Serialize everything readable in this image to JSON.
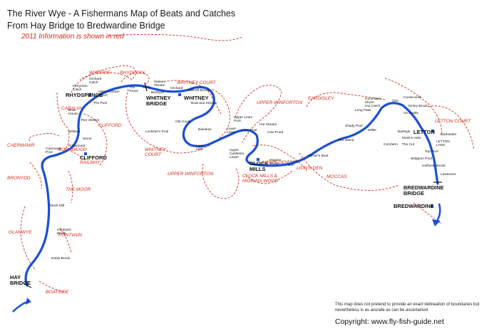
{
  "title_line1": "The River Wye - A Fishermans Map of Beats and Catches",
  "title_line2": "From Hay Bridge to Bredwardine Bridge",
  "subtitle": "2011 Information is shown in red",
  "disclaimer": "This map does not pretend to provide an exact delineation of boundaries but nevertheless is as acurate as can be ascertained",
  "copyright": "Copyright: www.fly-fish-guide.net",
  "colors": {
    "river": "#1a4fd6",
    "beat": "#d22a1a",
    "catch_label": "#111111"
  },
  "places": [
    {
      "id": "hay",
      "label": "HAY\nBRIDGE"
    },
    {
      "id": "clifford",
      "label": "CLIFFORD"
    },
    {
      "id": "rhydspence",
      "label": "RHYDSPENCE"
    },
    {
      "id": "whitney-bridge",
      "label": "WHITNEY\nBRIDGE"
    },
    {
      "id": "whitney",
      "label": "WHITNEY"
    },
    {
      "id": "clock-mills",
      "label": "CLOCK\nMILLS"
    },
    {
      "id": "letton",
      "label": "LETTON"
    },
    {
      "id": "bredwardine-bridge",
      "label": "BREDWARDINE\nBRIDGE"
    },
    {
      "id": "bredwardine",
      "label": "BREDWARDINE"
    }
  ],
  "beats": [
    {
      "id": "wyeside",
      "label": "WYESIDE"
    },
    {
      "id": "rhydpool",
      "label": "RHYDPOOL"
    },
    {
      "id": "whitney-court-top",
      "label": "WHITNEY COURT"
    },
    {
      "id": "cabalva",
      "label": "CABALVA"
    },
    {
      "id": "clifford",
      "label": "CLIFFORD"
    },
    {
      "id": "upper-winforton-top",
      "label": "UPPER WINFORTON"
    },
    {
      "id": "eardisley",
      "label": "EARDISLEY"
    },
    {
      "id": "letton-court",
      "label": "LETTON COURT"
    },
    {
      "id": "caermawr",
      "label": "CAERMAWR"
    },
    {
      "id": "bookwood",
      "label": "BOOKWOOD"
    },
    {
      "id": "railway",
      "label": "RAILWAY"
    },
    {
      "id": "whitney-court-bottom",
      "label": "WHITNEY\nCOURT"
    },
    {
      "id": "upper-winforton-bottom",
      "label": "UPPER WINFORTON"
    },
    {
      "id": "lions-den-1",
      "label": "LION'S DEN"
    },
    {
      "id": "clock-mills-higgins",
      "label": "CLOCK MILLS &\nHIGGINS WOOD"
    },
    {
      "id": "lions-den-2",
      "label": "LION'S DEN"
    },
    {
      "id": "moccas",
      "label": "MOCCAS"
    },
    {
      "id": "bronydd",
      "label": "BRONYDD"
    },
    {
      "id": "the-moor",
      "label": "THE MOOR"
    },
    {
      "id": "glanwye",
      "label": "GLANWYE"
    },
    {
      "id": "pontvain",
      "label": "PONTVAIN"
    },
    {
      "id": "boatside",
      "label": "BOATSIDE"
    }
  ],
  "catches": [
    {
      "id": "orchard-catch",
      "label": "Orchard\nCatch"
    },
    {
      "id": "toll",
      "label": "TOLL"
    },
    {
      "id": "station-stream",
      "label": "Station\nStream"
    },
    {
      "id": "orchard",
      "label": "Orchard"
    },
    {
      "id": "millhoff-brook",
      "label": "Millhoff Brook"
    },
    {
      "id": "ferryman-catch",
      "label": "Ferryman\nCatch"
    },
    {
      "id": "island-stream-catch",
      "label": "Island Stream\nCatch"
    },
    {
      "id": "the-grove",
      "label": "The\nGrove"
    },
    {
      "id": "brythyrd",
      "label": "Brythyrd"
    },
    {
      "id": "boat-and-stream",
      "label": "Boat and Stream"
    },
    {
      "id": "the-pool",
      "label": "The Pool"
    },
    {
      "id": "boat-house",
      "label": "Boat\nHouse"
    },
    {
      "id": "pier-stream",
      "label": "Pier Stream"
    },
    {
      "id": "old-court",
      "label": "Old Court"
    },
    {
      "id": "upper-lines-pool",
      "label": "Upper Lines\nPool"
    },
    {
      "id": "hut-stream",
      "label": "Hut Stream"
    },
    {
      "id": "lockster-pool",
      "label": "Lockster's Pool"
    },
    {
      "id": "bainbow",
      "label": "Bainbow"
    },
    {
      "id": "lower-lines",
      "label": "Lower\nLines"
    },
    {
      "id": "lines-pool",
      "label": "Lines Pool"
    },
    {
      "id": "cow-pond",
      "label": "Cow Pond"
    },
    {
      "id": "willows",
      "label": "Willows"
    },
    {
      "id": "long-hills",
      "label": "Long\nHills"
    },
    {
      "id": "rosamund",
      "label": "Rosamund"
    },
    {
      "id": "stone",
      "label": "Stone"
    },
    {
      "id": "caermawr-pool",
      "label": "Caermawr\nPool"
    },
    {
      "id": "upper-castleton",
      "label": "Upper\nCastleton\nLower"
    },
    {
      "id": "higgins-wood",
      "label": "Higgins\nWood"
    },
    {
      "id": "loves-den",
      "label": "Love's\nDen"
    },
    {
      "id": "turners-boat",
      "label": "Turner's Boat"
    },
    {
      "id": "the-island",
      "label": "The Island"
    },
    {
      "id": "shady-pool",
      "label": "Shady Pool"
    },
    {
      "id": "willet",
      "label": "Willet"
    },
    {
      "id": "long-flats",
      "label": "Long Flats"
    },
    {
      "id": "court-barn-shoot",
      "label": "Court Barn\nShoot"
    },
    {
      "id": "hut-catch",
      "label": "Hut Catch"
    },
    {
      "id": "cockscomb",
      "label": "Cockscomb"
    },
    {
      "id": "kinley-brook",
      "label": "Kinley Brook"
    },
    {
      "id": "ox-castle",
      "label": "Ox Castle"
    },
    {
      "id": "oris",
      "label": "Oris"
    },
    {
      "id": "monks-hole",
      "label": "Monk's Hole"
    },
    {
      "id": "barlings",
      "label": "Barlings"
    },
    {
      "id": "cornfarm",
      "label": "Cornfarm"
    },
    {
      "id": "the-cut",
      "label": "The Cut"
    },
    {
      "id": "backwater",
      "label": "Backwater"
    },
    {
      "id": "letton-lake",
      "label": "LETTON\nLAKE"
    },
    {
      "id": "top-pool",
      "label": "Top Pool"
    },
    {
      "id": "widgeon-pool",
      "label": "Widgeon Pool"
    },
    {
      "id": "huffords-brook",
      "label": "Huffords' Brook"
    },
    {
      "id": "lawsones",
      "label": "Lawsones"
    },
    {
      "id": "mock-mill",
      "label": "Mock Mill"
    },
    {
      "id": "hardwick-brook",
      "label": "Hardwick\nBrook"
    },
    {
      "id": "dulas-brook",
      "label": "Dulas Brook"
    }
  ]
}
